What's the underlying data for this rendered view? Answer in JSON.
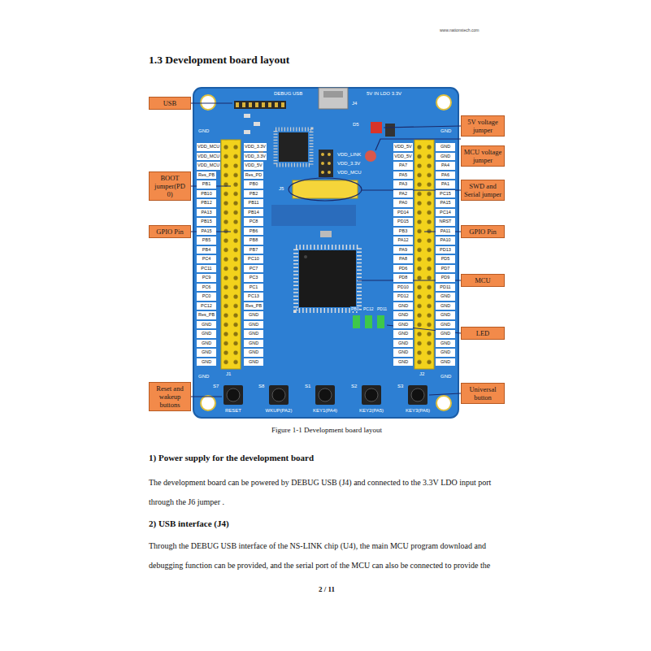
{
  "diagram": {
    "title": "1.3 Development board layout",
    "caption": "Figure 1-1 Development board layout",
    "nodes": [
      {
        "text": [
          "USB"
        ]
      },
      {
        "text": [
          "BOOT jumper(PD 0)"
        ]
      },
      {
        "text": [
          "GPIO Pin"
        ]
      },
      {
        "text": [
          "Reset and wakeup buttons"
        ]
      },
      {
        "text": [
          "5V voltage jumper"
        ]
      },
      {
        "text": [
          "MCU voltage jumper"
        ]
      },
      {
        "text": [
          "SWD and Serial jumper"
        ]
      },
      {
        "text": [
          "GPIO Pin"
        ]
      },
      {
        "text": [
          "MCU"
        ]
      },
      {
        "text": [
          "LED"
        ]
      },
      {
        "text": [
          "Universal button"
        ]
      }
    ],
    "labels": [
      "www.nationstech.com",
      "VDD_MCU",
      "VDD_MCU",
      "VDD_MCU",
      "Res_PB",
      "PB1",
      "PB10",
      "PB12",
      "PA13",
      "PB15",
      "PA15",
      "PB5",
      "PB4",
      "PC4",
      "PC11",
      "PC9",
      "PC6",
      "PC0",
      "PC12",
      "Res_PB",
      "GND",
      "GND",
      "GND",
      "GND",
      "GND",
      "VDD_3.3V",
      "VDD_3.3V",
      "VDD_5V",
      "Res_PD",
      "PB0",
      "PB2",
      "PB11",
      "PB14",
      "PC8",
      "PB6",
      "PB8",
      "PB7",
      "PC10",
      "PC7",
      "PC3",
      "PC1",
      "PC13",
      "Res_PB",
      "GND",
      "GND",
      "GND",
      "GND",
      "GND",
      "GND",
      "VDD_5V",
      "VDD_5V",
      "PA7",
      "PA5",
      "PA3",
      "PA2",
      "PA0",
      "PD14",
      "PD15",
      "PB3",
      "PA12",
      "PA9",
      "PA8",
      "PD6",
      "PD8",
      "PD10",
      "PD12",
      "GND",
      "GND",
      "GND",
      "GND",
      "GND",
      "GND",
      "GND",
      "GND",
      "GND",
      "PA4",
      "PA6",
      "PA1",
      "PC15",
      "PA15",
      "PC14",
      "NRST",
      "PA11",
      "PA10",
      "PD13",
      "PD5",
      "PD7",
      "PD9",
      "PD11",
      "GND",
      "GND",
      "GND",
      "GND",
      "GND",
      "GND",
      "GND",
      "GND",
      "GND",
      "GND",
      "GND",
      "GND",
      "DEBUG USB",
      "J4",
      "5V IN LDO 3.3V",
      "D5",
      "VDD_LINK",
      "VDD_3.3V",
      "VDD_MCU",
      "J5",
      "J1",
      "J2",
      "PB0",
      "PC12",
      "PD11",
      "S7",
      "S8",
      "S1",
      "S2",
      "S3",
      "RESET",
      "WKUP(PA2)",
      "KEY1(PA4)",
      "KEY2(PA5)",
      "KEY3(PA6)",
      "1) Power supply for the development board",
      "The development board can be powered by DEBUG USB (J4) and connected to the 3.3V LDO input port through the J6 jumper .",
      "2) USB interface (J4)",
      "Through the DEBUG USB interface of the NS-LINK chip (U4), the main MCU program download and debugging function can be provided, and the serial port of the MCU can also be connected to provide the",
      "2 / 11"
    ]
  }
}
